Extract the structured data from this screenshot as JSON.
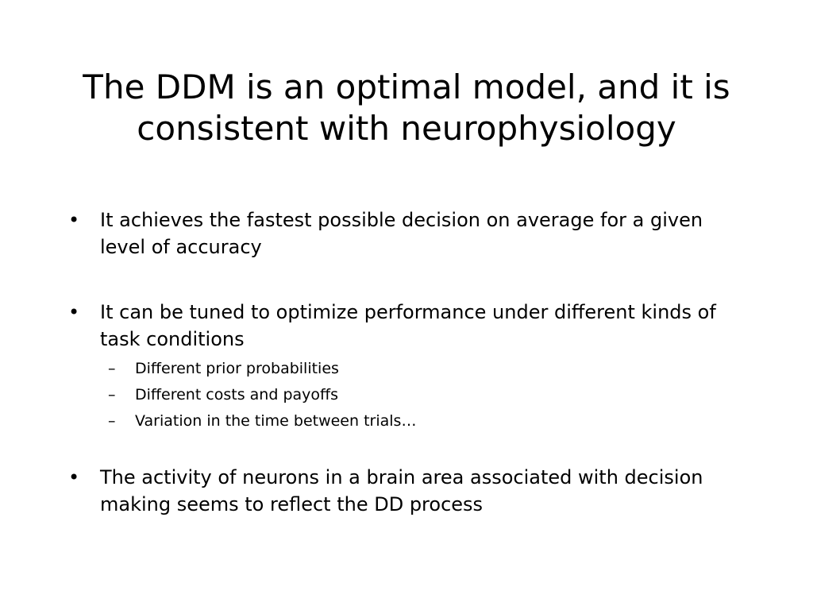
{
  "slide": {
    "title": "The DDM is an optimal model, and it is consistent with neurophysiology",
    "bullets": [
      {
        "marker": "•",
        "text": "It achieves the fastest possible decision on average for a given level of accuracy"
      },
      {
        "marker": "•",
        "text": "It can be tuned to optimize performance under different kinds of task conditions",
        "sub_items": [
          {
            "marker": "–",
            "text": "Different prior probabilities"
          },
          {
            "marker": "–",
            "text": "Different costs and payoffs"
          },
          {
            "marker": "–",
            "text": "Variation in the time between trials…"
          }
        ]
      },
      {
        "marker": "•",
        "text": "The activity of neurons in a brain area associated with decision making seems to reflect the DD process"
      }
    ]
  }
}
